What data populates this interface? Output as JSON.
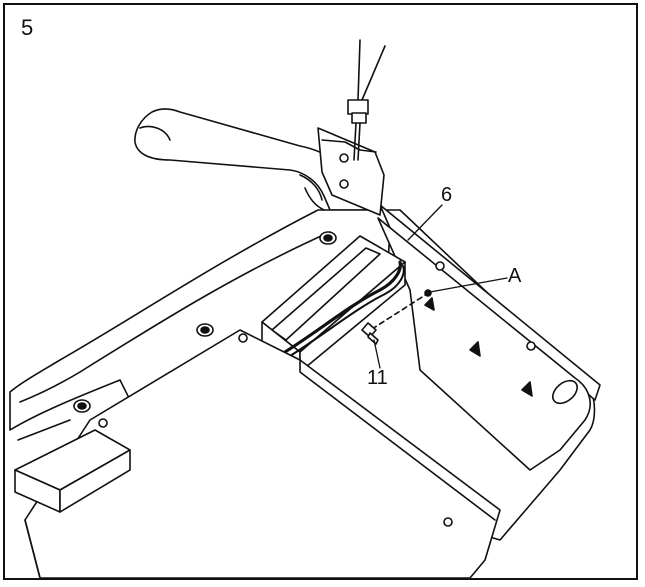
{
  "step": {
    "number": "5"
  },
  "callouts": {
    "part_6": "6",
    "label_a": "A",
    "part_11": "11"
  },
  "colors": {
    "line": "#111111",
    "fill": "#ffffff"
  }
}
